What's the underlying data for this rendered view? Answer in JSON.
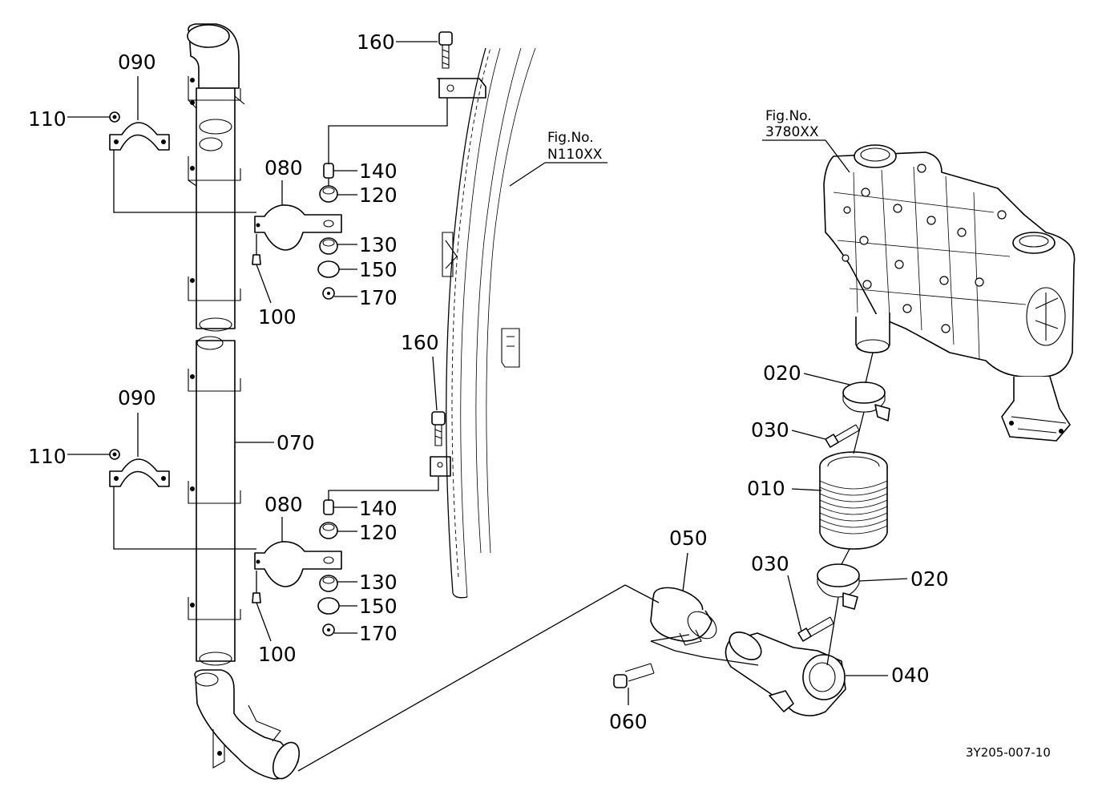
{
  "drawing": {
    "code": "3Y205-007-10",
    "references": [
      {
        "key": "muffler",
        "line1": "Fig.No.",
        "line2": "3780XX"
      },
      {
        "key": "frame",
        "line1": "Fig.No.",
        "line2": "N110XX"
      }
    ]
  },
  "callouts": [
    "160",
    "090",
    "110",
    "080",
    "140",
    "120",
    "130",
    "150",
    "170",
    "100",
    "160",
    "090",
    "110",
    "070",
    "080",
    "140",
    "120",
    "130",
    "150",
    "170",
    "100",
    "020",
    "030",
    "010",
    "030",
    "020",
    "050",
    "040",
    "060"
  ],
  "colors": {
    "line": "#000000",
    "background": "#ffffff"
  }
}
